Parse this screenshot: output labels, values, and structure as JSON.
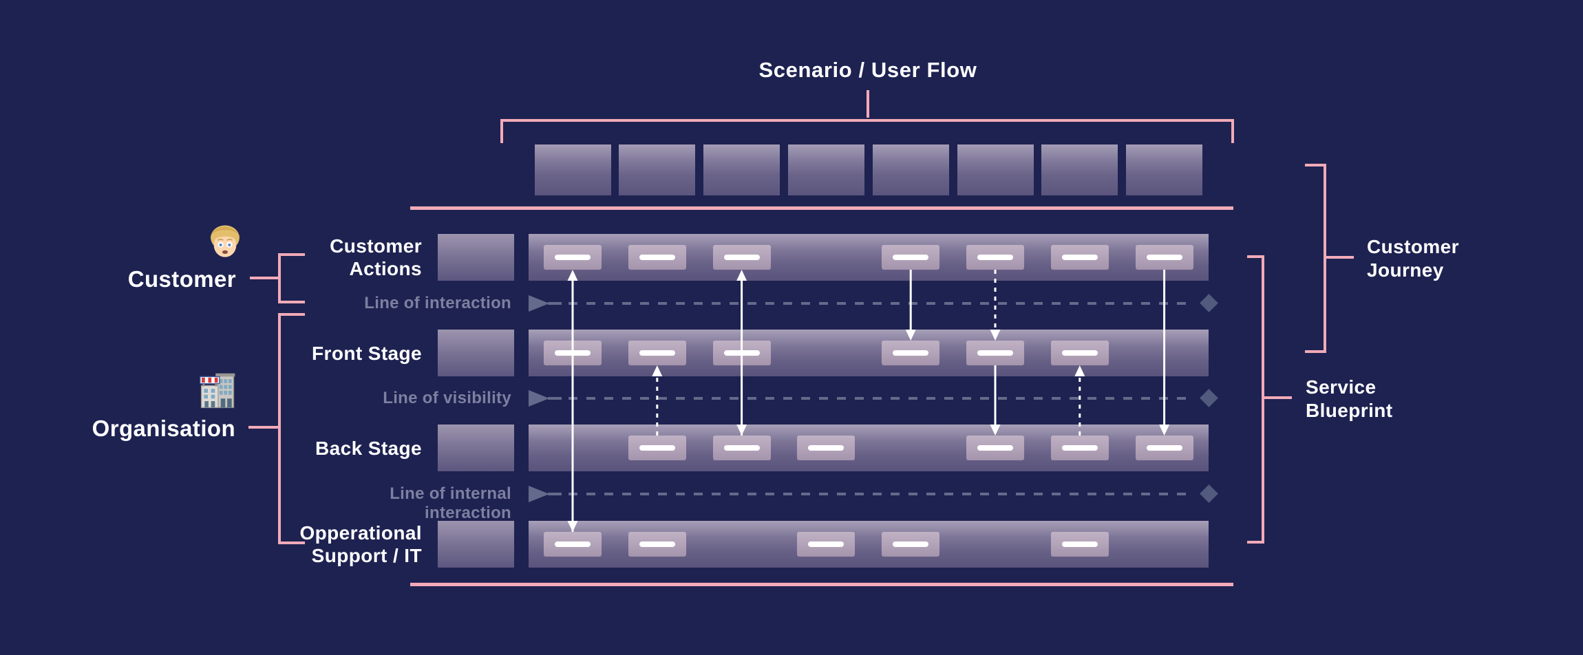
{
  "title": "Scenario / User Flow",
  "colors": {
    "background": "#1e2251",
    "accent_pink": "#F2ABB8",
    "band_top": "#a8a0b8",
    "band_bottom": "#5a547c",
    "small_box": "#b2a2b8",
    "white": "#ffffff",
    "line_label_gray": "#7d80a0",
    "dash_gray": "#646a8b",
    "diamond_gray": "#525a7d"
  },
  "top_row": {
    "box_count": 8
  },
  "left_panel": {
    "customer": {
      "label": "Customer",
      "icon": "person-icon"
    },
    "organisation": {
      "label": "Organisation",
      "icon": "building-icon"
    }
  },
  "right_panel": {
    "customer_journey": {
      "lines": [
        "Customer",
        "Journey"
      ]
    },
    "service_blueprint": {
      "lines": [
        "Service",
        "Blueprint"
      ]
    }
  },
  "rows": [
    {
      "id": "customer-actions",
      "label_lines": [
        "Customer",
        "Actions"
      ],
      "slots": [
        1,
        2,
        3,
        5,
        6,
        7,
        8
      ]
    },
    {
      "id": "front-stage",
      "label_lines": [
        "Front Stage"
      ],
      "slots": [
        1,
        2,
        3,
        5,
        6,
        7
      ]
    },
    {
      "id": "back-stage",
      "label_lines": [
        "Back Stage"
      ],
      "slots": [
        2,
        3,
        4,
        6,
        7,
        8
      ]
    },
    {
      "id": "operational-support",
      "label_lines": [
        "Opperational",
        "Support / IT"
      ],
      "slots": [
        1,
        2,
        4,
        5,
        7
      ]
    }
  ],
  "separators": [
    {
      "id": "line-of-interaction",
      "label": "Line of interaction"
    },
    {
      "id": "line-of-visibility",
      "label": "Line of visibility"
    },
    {
      "id": "line-of-internal-interaction",
      "label": "Line of internal interaction"
    }
  ],
  "arrows": [
    {
      "slot": 1,
      "from": "operational-support",
      "to": "customer-actions",
      "style": "solid",
      "heads": "both"
    },
    {
      "slot": 2,
      "from": "back-stage",
      "to": "front-stage",
      "style": "dotted",
      "heads": "end"
    },
    {
      "slot": 3,
      "from": "back-stage",
      "to": "customer-actions",
      "style": "solid",
      "heads": "both"
    },
    {
      "slot": 5,
      "from": "customer-actions",
      "to": "front-stage",
      "style": "solid",
      "heads": "end"
    },
    {
      "slot": 6,
      "from": "customer-actions",
      "to": "front-stage",
      "style": "dotted",
      "heads": "end"
    },
    {
      "slot": 6,
      "from": "front-stage",
      "to": "back-stage",
      "style": "solid",
      "heads": "end"
    },
    {
      "slot": 7,
      "from": "back-stage",
      "to": "front-stage",
      "style": "dotted",
      "heads": "end"
    },
    {
      "slot": 8,
      "from": "customer-actions",
      "to": "back-stage",
      "style": "solid",
      "heads": "end"
    }
  ]
}
